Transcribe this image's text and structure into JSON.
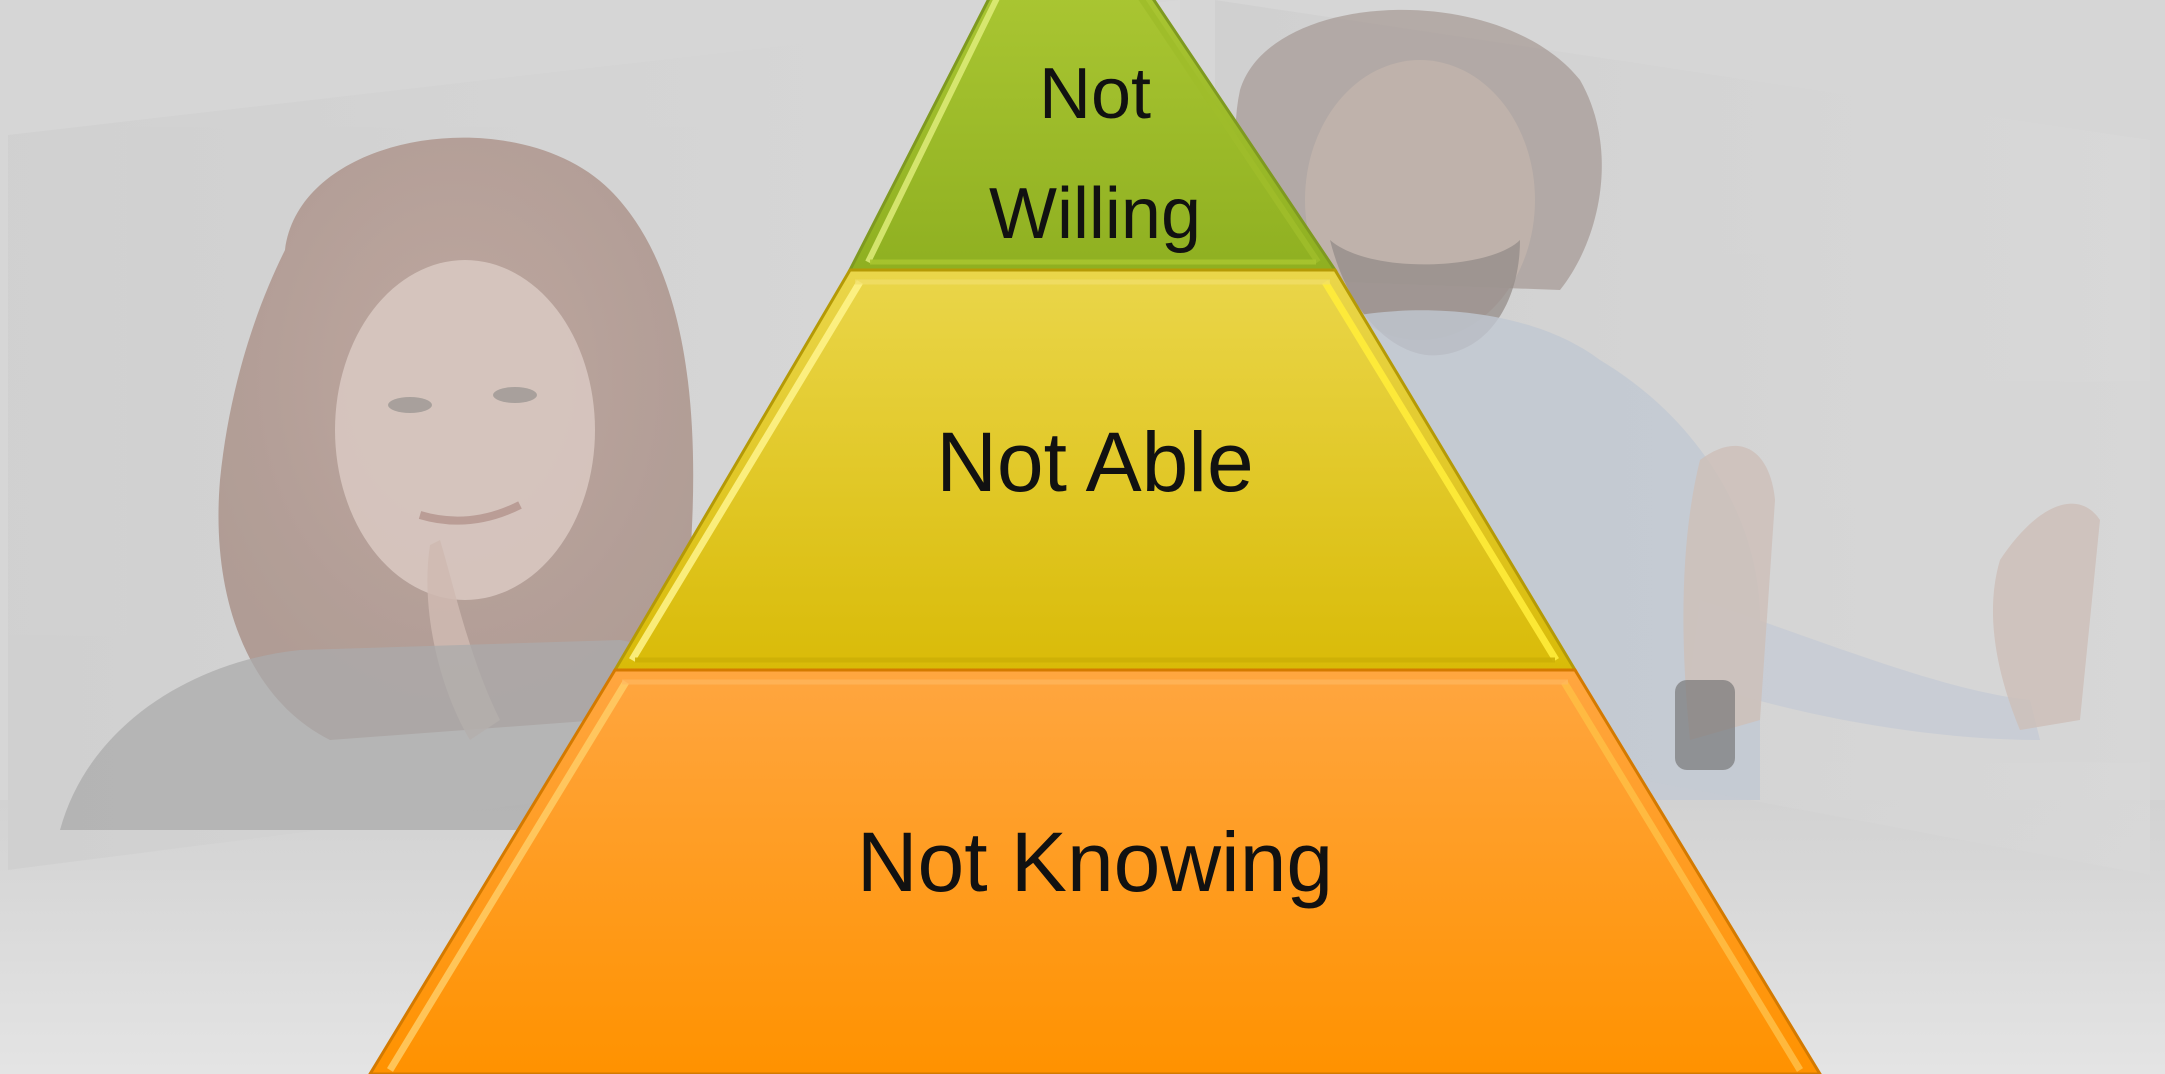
{
  "diagram": {
    "type": "pyramid",
    "tiers": [
      {
        "id": "top",
        "label_lines": [
          "Not",
          "Willing"
        ],
        "color_top": "#b6d03a",
        "color_bottom": "#8fb021"
      },
      {
        "id": "middle",
        "label": "Not Able",
        "color_top": "#ead64a",
        "color_bottom": "#d9bb08"
      },
      {
        "id": "bottom",
        "label": "Not Knowing",
        "color_top": "#ffa640",
        "color_bottom": "#ff9200"
      }
    ]
  },
  "background": {
    "color": "#d6d6d6",
    "photo_left": "thoughtful-woman-photo",
    "photo_right": "rejecting-man-photo"
  }
}
